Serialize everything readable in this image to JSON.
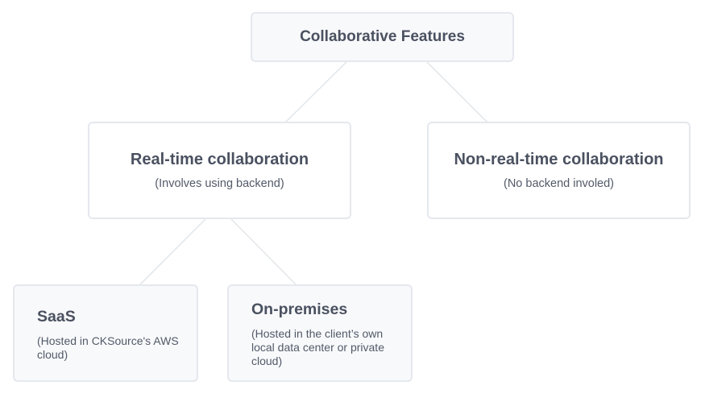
{
  "diagram": {
    "root": {
      "title": "Collaborative Features"
    },
    "realtime": {
      "title": "Real-time collaboration",
      "subtitle": "(Involves using backend)"
    },
    "nonrealtime": {
      "title": "Non-real-time collaboration",
      "subtitle": "(No backend involed)"
    },
    "saas": {
      "title": "SaaS",
      "subtitle": "(Hosted in CKSource's AWS cloud)"
    },
    "onprem": {
      "title": "On-premises",
      "subtitle": "(Hosted in the client’s own local data center or private cloud)"
    },
    "colors": {
      "text": "#4a5160",
      "border": "#e5e8ee",
      "connector": "#e4e8ec",
      "shaded_fill": "#f8f9fb"
    }
  }
}
